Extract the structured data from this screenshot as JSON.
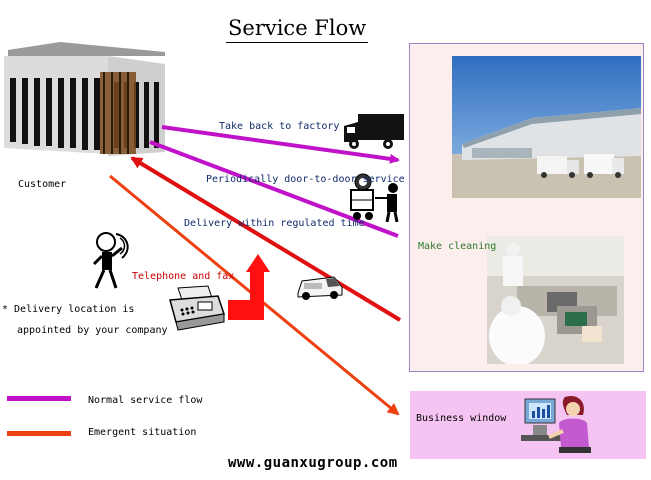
{
  "title": "Service Flow",
  "nodes": {
    "customer": "Customer",
    "make_cleaning": "Make cleaning",
    "business_window": "Business window"
  },
  "flows": {
    "take_back": "Take back to factory",
    "periodically": "Periodically door-to-door service",
    "delivery_within": "Delivery within regulated time",
    "telephone_fax": "Telephone and fax"
  },
  "note": {
    "line1": "* Delivery location is",
    "line2": "appointed by your company"
  },
  "legend": [
    {
      "label": "Normal service flow",
      "color": "#c012c8"
    },
    {
      "label": "Emergent situation",
      "color": "#ee4010"
    }
  ],
  "colors": {
    "normal": "#c012c8",
    "emergent": "#ee4010",
    "red_arrow": "#e01010"
  },
  "footer_url": "www.guanxugroup.com"
}
